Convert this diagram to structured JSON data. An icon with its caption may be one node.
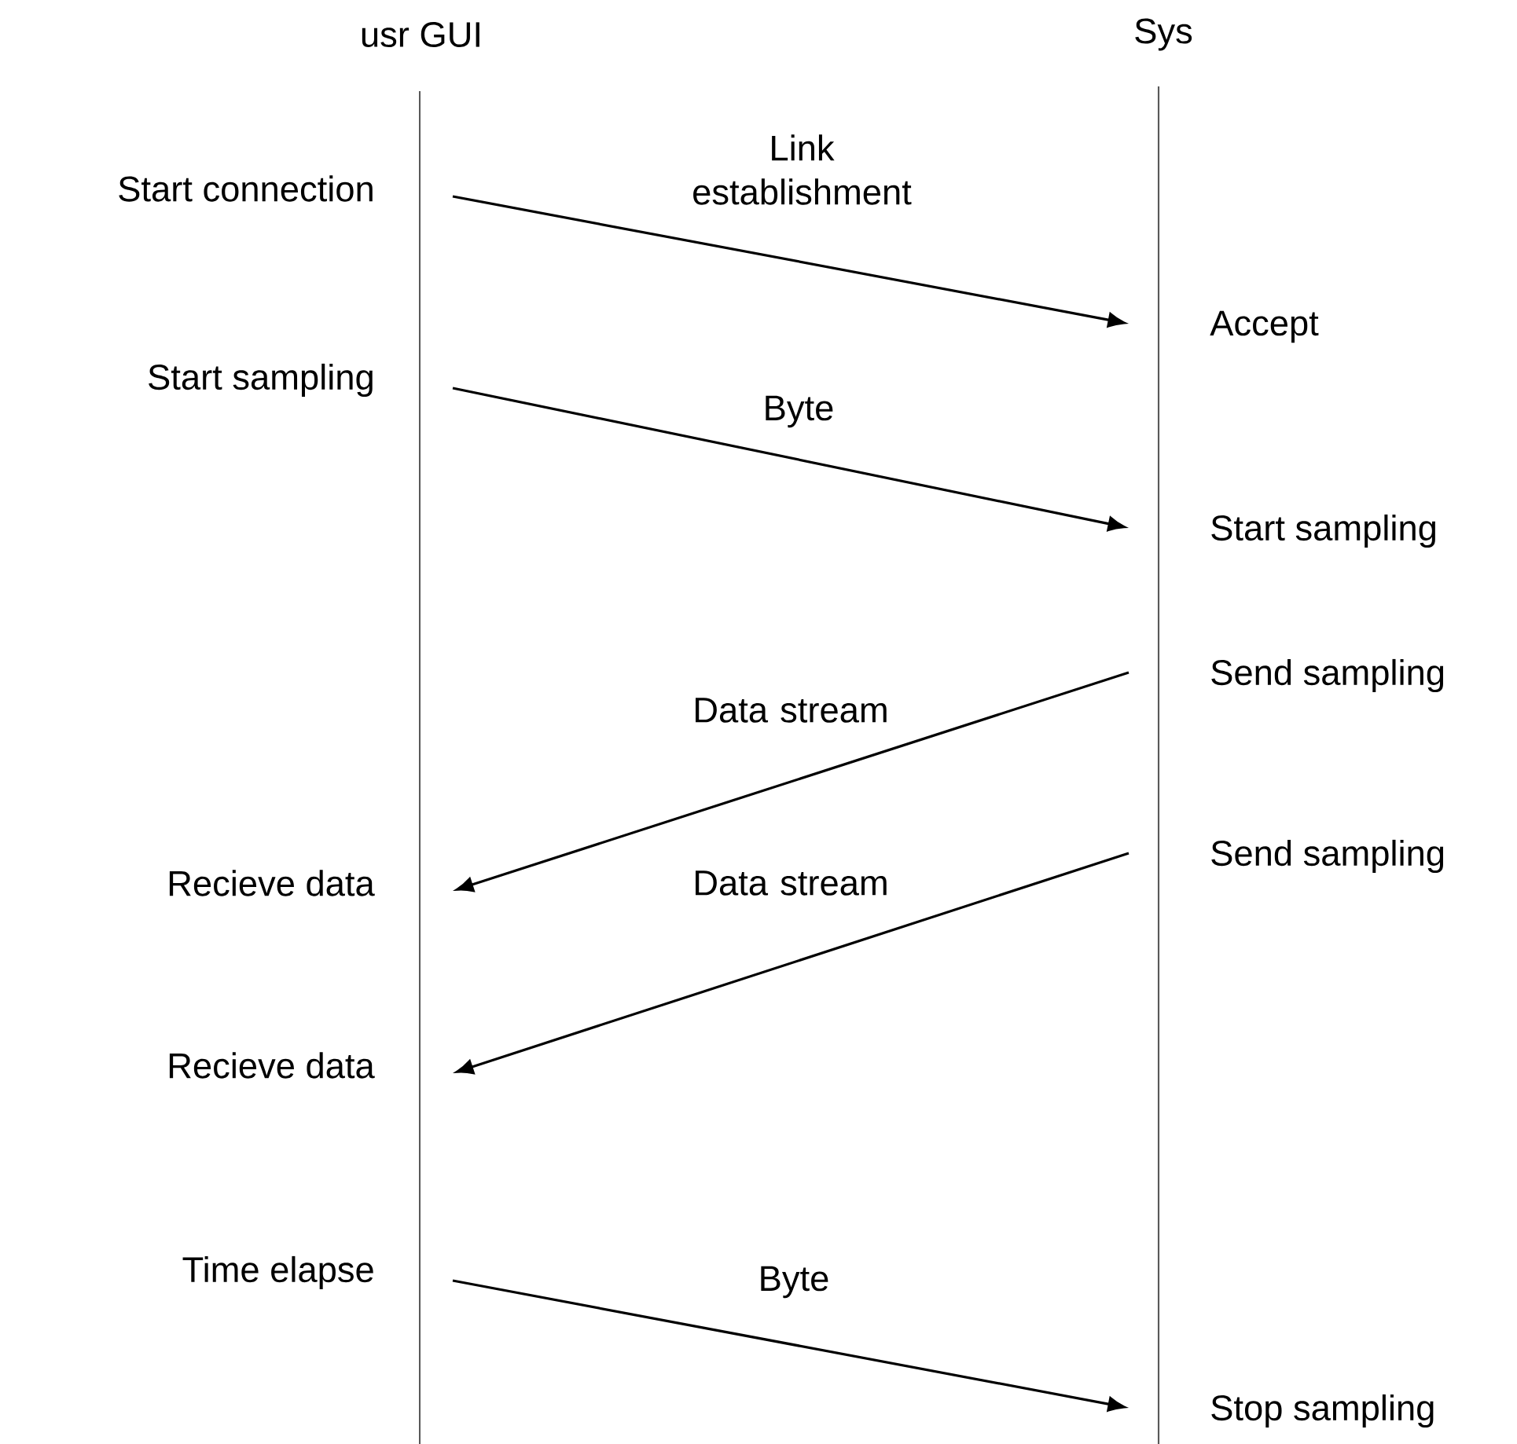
{
  "diagram": {
    "nodes": [
      {
        "text": [
          "usr GUI"
        ]
      },
      {
        "text": [
          "Sys"
        ]
      },
      {
        "text": [
          "Start connection"
        ]
      },
      {
        "text": [
          "Accept"
        ]
      },
      {
        "text": [
          "Start sampling"
        ]
      },
      {
        "text": [
          "Start sampling"
        ]
      },
      {
        "text": [
          "Send sampling"
        ]
      },
      {
        "text": [
          "Recieve data"
        ]
      },
      {
        "text": [
          "Send sampling"
        ]
      },
      {
        "text": [
          "Recieve data"
        ]
      },
      {
        "text": [
          "Time elapse"
        ]
      },
      {
        "text": [
          "Stop sampling"
        ]
      }
    ],
    "edges": [
      {
        "from": 2,
        "to": 3,
        "arrow": "to",
        "label": "Link establishment"
      },
      {
        "from": 4,
        "to": 5,
        "arrow": "to",
        "label": "Byte"
      },
      {
        "from": 6,
        "to": 7,
        "arrow": "to",
        "label": "Data stream"
      },
      {
        "from": 8,
        "to": 9,
        "arrow": "to",
        "label": "Data stream"
      },
      {
        "from": 10,
        "to": 11,
        "arrow": "to",
        "label": "Byte"
      }
    ]
  }
}
